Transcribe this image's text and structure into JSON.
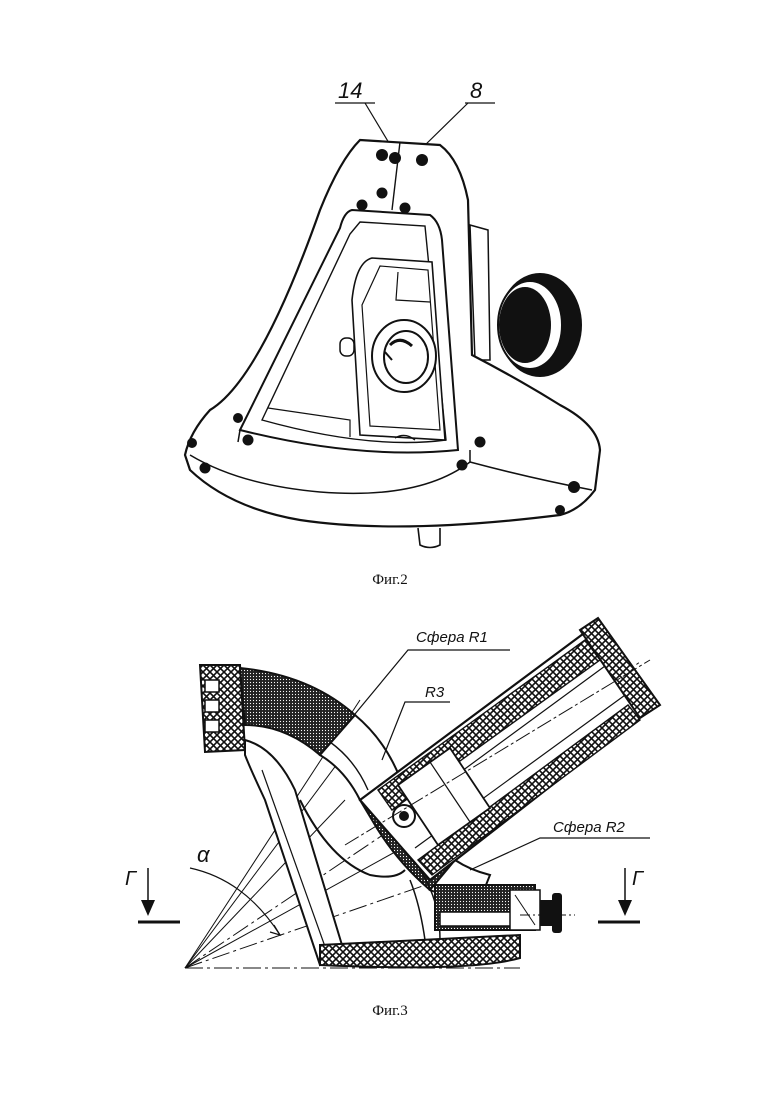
{
  "figures": [
    {
      "caption": "Фиг.2",
      "callouts": [
        "14",
        "8"
      ]
    },
    {
      "caption": "Фиг.3",
      "callouts": [
        "Сфера R1",
        "R3",
        "Сфера R2"
      ],
      "angle_label": "α",
      "section_marks": [
        "Г",
        "Г"
      ]
    }
  ]
}
